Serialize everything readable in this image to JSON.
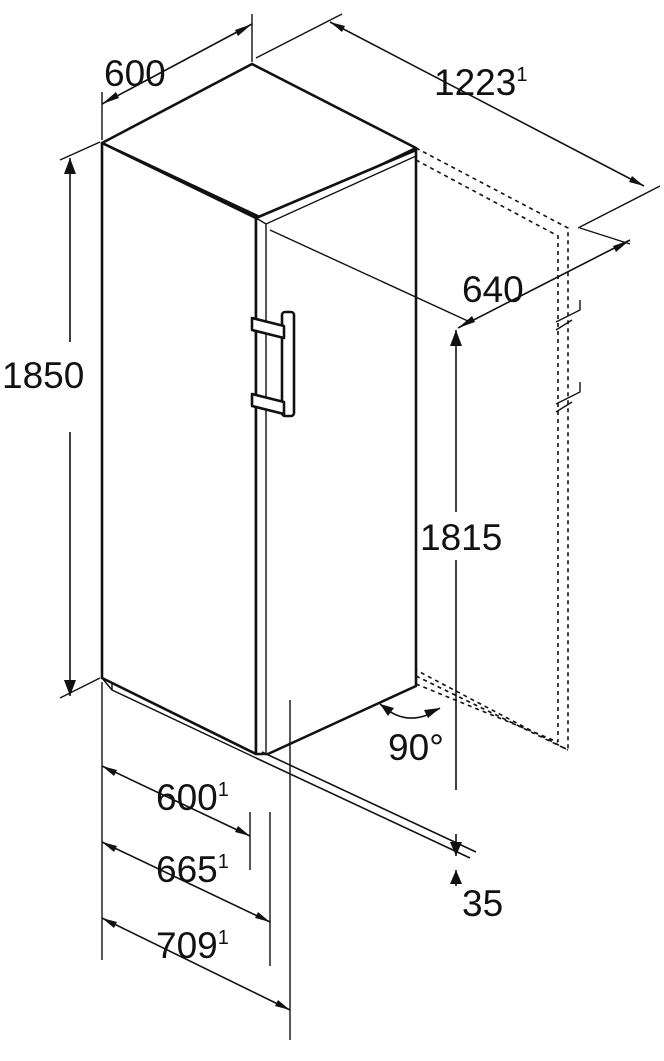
{
  "dimensions": {
    "width_top": {
      "value": "600"
    },
    "depth_door_open": {
      "value": "1223",
      "footnote": "1"
    },
    "door_depth": {
      "value": "640"
    },
    "height_total": {
      "value": "1850"
    },
    "height_inner": {
      "value": "1815"
    },
    "door_angle": {
      "value": "90°"
    },
    "depth_1": {
      "value": "600",
      "footnote": "1"
    },
    "depth_2": {
      "value": "665",
      "footnote": "1"
    },
    "depth_3": {
      "value": "709",
      "footnote": "1"
    },
    "floor_clearance": {
      "value": "35"
    }
  },
  "colors": {
    "stroke": "#111111",
    "background": "#ffffff"
  }
}
